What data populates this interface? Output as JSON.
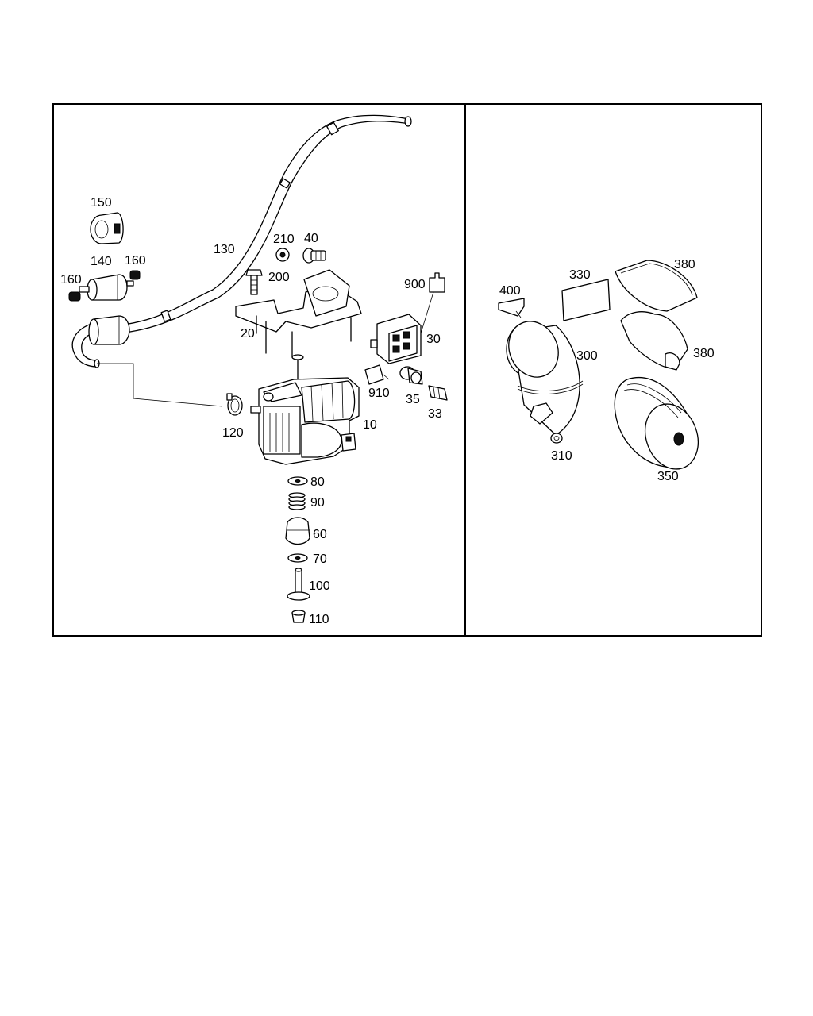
{
  "callouts": {
    "c10": "10",
    "c20": "20",
    "c30": "30",
    "c33": "33",
    "c35": "35",
    "c40": "40",
    "c60": "60",
    "c70": "70",
    "c80": "80",
    "c90": "90",
    "c100": "100",
    "c110": "110",
    "c120": "120",
    "c130": "130",
    "c140": "140",
    "c150": "150",
    "c160a": "160",
    "c160b": "160",
    "c200": "200",
    "c210": "210",
    "c900": "900",
    "c910": "910",
    "c300": "300",
    "c310": "310",
    "c330": "330",
    "c350": "350",
    "c380a": "380",
    "c380b": "380",
    "c400": "400"
  }
}
